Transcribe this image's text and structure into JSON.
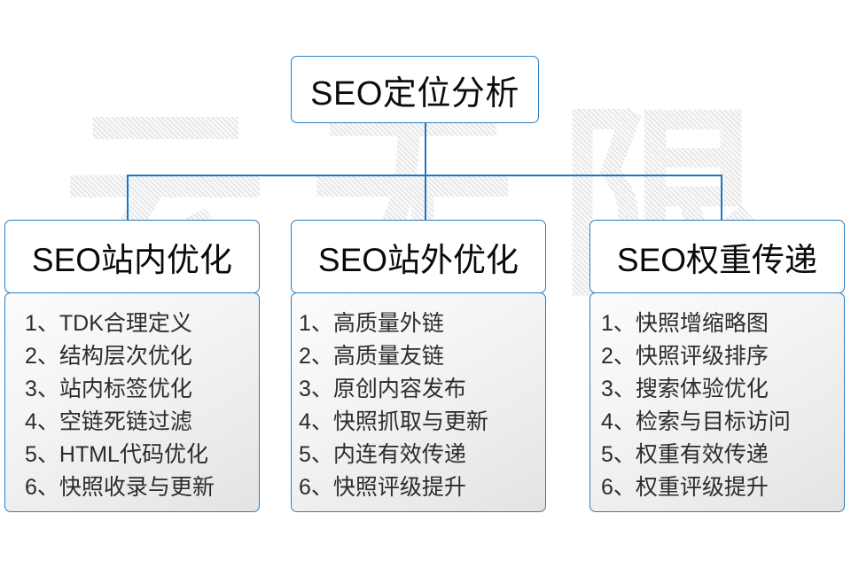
{
  "diagram": {
    "title": "SEO定位分析",
    "watermark": "云无限",
    "accent_color": "#2b7fc4",
    "connector_color": "#1878c8",
    "columns": [
      {
        "header": "SEO站内优化",
        "items": [
          "1、TDK合理定义",
          "2、结构层次优化",
          "3、站内标签优化",
          "4、空链死链过滤",
          "5、HTML代码优化",
          "6、快照收录与更新"
        ]
      },
      {
        "header": "SEO站外优化",
        "items": [
          "1、高质量外链",
          "2、高质量友链",
          "3、原创内容发布",
          "4、快照抓取与更新",
          "5、内连有效传递",
          "6、快照评级提升"
        ]
      },
      {
        "header": "SEO权重传递",
        "items": [
          "1、快照增缩略图",
          "2、快照评级排序",
          "3、搜索体验优化",
          "4、检索与目标访问",
          "5、权重有效传递",
          "6、权重评级提升"
        ]
      }
    ]
  }
}
